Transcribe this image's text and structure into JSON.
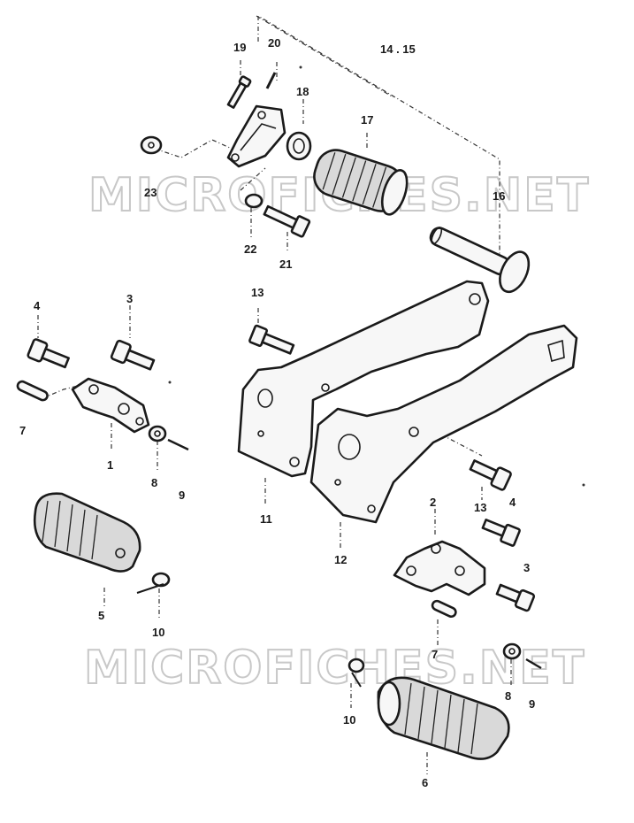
{
  "watermark": "MICROFICHES.NET",
  "labels": {
    "p1": "1",
    "p2": "2",
    "p3a": "3",
    "p3b": "3",
    "p4a": "4",
    "p4b": "4",
    "p5": "5",
    "p6": "6",
    "p7a": "7",
    "p7b": "7",
    "p8a": "8",
    "p8b": "8",
    "p9a": "9",
    "p9b": "9",
    "p10a": "10",
    "p10b": "10",
    "p11": "11",
    "p12": "12",
    "p13a": "13",
    "p13b": "13",
    "p1415": "14 . 15",
    "p16": "16",
    "p17": "17",
    "p18": "18",
    "p19": "19",
    "p20": "20",
    "p21": "21",
    "p22": "22",
    "p23": "23"
  }
}
